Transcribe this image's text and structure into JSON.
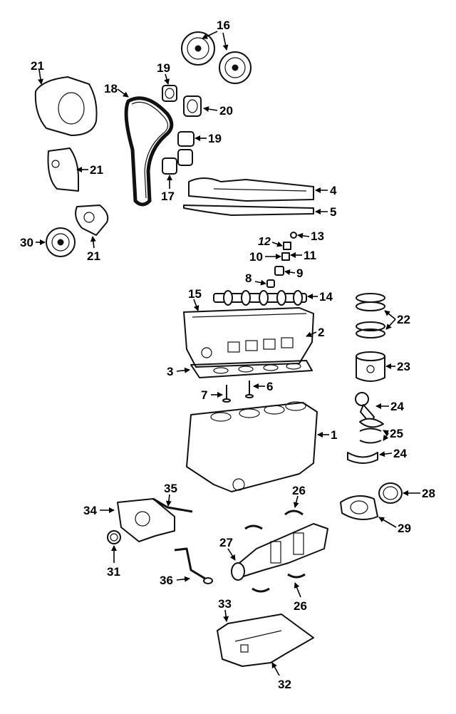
{
  "labels": {
    "1": "1",
    "2": "2",
    "3": "3",
    "4": "4",
    "5": "5",
    "6": "6",
    "7": "7",
    "8": "8",
    "9": "9",
    "10": "10",
    "11": "11",
    "12": "12",
    "13": "13",
    "14": "14",
    "15": "15",
    "16": "16",
    "17": "17",
    "18": "18",
    "19a": "19",
    "19b": "19",
    "20": "20",
    "21a": "21",
    "21b": "21",
    "21c": "21",
    "22": "22",
    "23": "23",
    "24a": "24",
    "24b": "24",
    "25": "25",
    "26a": "26",
    "26b": "26",
    "27": "27",
    "28": "28",
    "29": "29",
    "30": "30",
    "31": "31",
    "32": "32",
    "33": "33",
    "34": "34",
    "35": "35",
    "36": "36"
  }
}
